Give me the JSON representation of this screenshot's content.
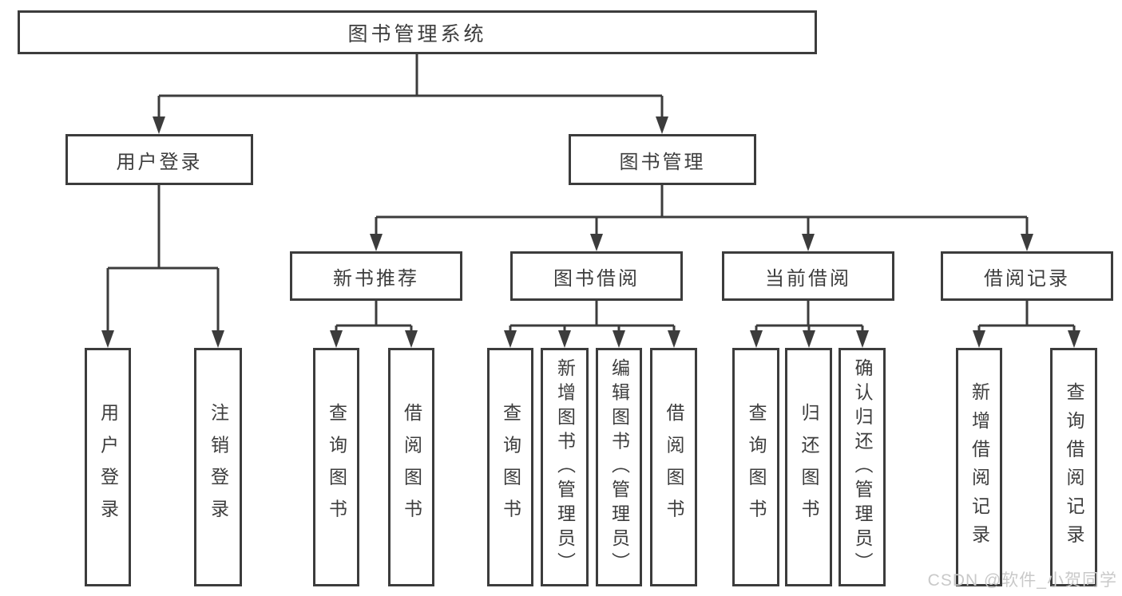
{
  "diagram_title": "图书管理系统",
  "colors": {
    "line": "#3c3c3c",
    "text": "#3d3d3d",
    "background": "#ffffff",
    "watermark": "#c9c9c9"
  },
  "nodes": {
    "root": "图书管理系统",
    "login": "用户登录",
    "mgmt": "图书管理",
    "rec": "新书推荐",
    "borrow": "图书借阅",
    "current": "当前借阅",
    "record": "借阅记录",
    "login_user": "用户登录",
    "login_logout": "注销登录",
    "rec_query": "查询图书",
    "rec_borrow": "借阅图书",
    "borrow_query": "查询图书",
    "borrow_add": "新增图书（管理员）",
    "borrow_edit": "编辑图书（管理员）",
    "borrow_borrow": "借阅图书",
    "current_query": "查询图书",
    "current_return": "归还图书",
    "current_confirm": "确认归还（管理员）",
    "record_add": "新增借阅记录",
    "record_query": "查询借阅记录"
  },
  "hierarchy": [
    {
      "parent": "图书管理系统",
      "children": [
        "用户登录",
        "图书管理"
      ]
    },
    {
      "parent": "用户登录",
      "children": [
        "用户登录",
        "注销登录"
      ]
    },
    {
      "parent": "图书管理",
      "children": [
        "新书推荐",
        "图书借阅",
        "当前借阅",
        "借阅记录"
      ]
    },
    {
      "parent": "新书推荐",
      "children": [
        "查询图书",
        "借阅图书"
      ]
    },
    {
      "parent": "图书借阅",
      "children": [
        "查询图书",
        "新增图书（管理员）",
        "编辑图书（管理员）",
        "借阅图书"
      ]
    },
    {
      "parent": "当前借阅",
      "children": [
        "查询图书",
        "归还图书",
        "确认归还（管理员）"
      ]
    },
    {
      "parent": "借阅记录",
      "children": [
        "新增借阅记录",
        "查询借阅记录"
      ]
    }
  ],
  "watermark": "CSDN @软件_小贺同学"
}
